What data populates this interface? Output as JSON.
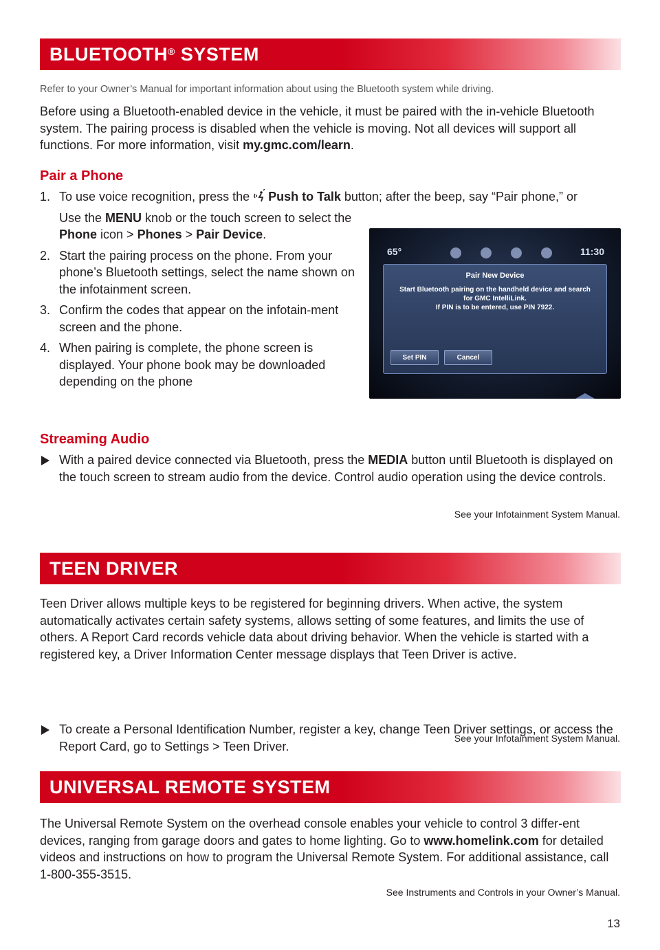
{
  "bluetooth": {
    "heading_main": "BLUETOOTH",
    "heading_reg": "®",
    "heading_tail": " SYSTEM",
    "note": "Refer to your Owner’s Manual for important information about using the Bluetooth system while driving.",
    "intro_pre": "Before using a Bluetooth-enabled device in the vehicle, it must be paired with the in-vehicle Bluetooth system. The pairing process is disabled when the vehicle is moving. Not all devices will support all functions. For more information, visit ",
    "intro_link": "my.gmc.com/learn",
    "intro_post": ".",
    "pair_heading": "Pair a Phone",
    "step1_num": "1.",
    "step1_pre": "To use voice recognition, press the ",
    "step1_bold": "Push to Talk",
    "step1_post": " button; after the beep, say “Pair phone,” or",
    "step1b_pre": "Use the ",
    "step1b_menu": "MENU",
    "step1b_mid": " knob or the touch screen to select the ",
    "step1b_phone": "Phone",
    "step1b_icon": " icon > ",
    "step1b_phones": "Phones",
    "step1b_gt": " > ",
    "step1b_pair": "Pair Device",
    "step1b_end": ".",
    "step2_num": "2.",
    "step2": "Start the pairing process on the phone. From your phone’s Bluetooth settings, select the name shown on the infotainment screen.",
    "step3_num": "3.",
    "step3": "Confirm the codes that appear on the infotain-ment screen and the phone.",
    "step4_num": "4.",
    "step4": "When pairing is complete, the phone screen is displayed. Your phone book may be downloaded depending on the phone",
    "streaming_heading": "Streaming Audio",
    "streaming_pre": "With a paired device connected via Bluetooth, press the ",
    "streaming_bold": "MEDIA",
    "streaming_post": " button until Bluetooth is displayed on the touch screen to stream audio from the device. Control audio operation using the device controls.",
    "ref": "See your Infotainment System Manual."
  },
  "screen": {
    "temp": "65°",
    "clock": "11:30",
    "dialog_title": "Pair New Device",
    "dialog_line1": "Start Bluetooth pairing on the handheld device and search",
    "dialog_line2": "for GMC IntelliLink.",
    "dialog_line3": "If PIN is to be entered, use PIN 7922.",
    "btn_setpin": "Set PIN",
    "btn_cancel": "Cancel"
  },
  "teen": {
    "heading": "TEEN DRIVER",
    "body": "Teen Driver allows multiple keys to be registered for beginning drivers. When active, the system automatically activates certain safety systems, allows setting of some features, and limits the use of others. A Report Card records vehicle data about driving behavior. When the vehicle is started with a registered key, a Driver Information Center message displays that Teen Driver is active.",
    "bullet": "To create a Personal Identification Number, register a key, change Teen Driver settings, or access the Report Card, go to Settings > Teen Driver.",
    "ref": "See your Infotainment System Manual."
  },
  "remote": {
    "heading": "UNIVERSAL REMOTE SYSTEM",
    "body_pre": "The Universal Remote System on the overhead console enables your vehicle to control 3 differ-ent devices, ranging from garage doors and gates to home lighting. Go to ",
    "body_link": "www.homelink.com",
    "body_post": " for detailed videos and instructions on how to program the Universal Remote System. For additional assistance, call 1-800-355-3515.",
    "ref": "See Instruments and Controls in your Owner’s Manual."
  },
  "page_number": "13"
}
